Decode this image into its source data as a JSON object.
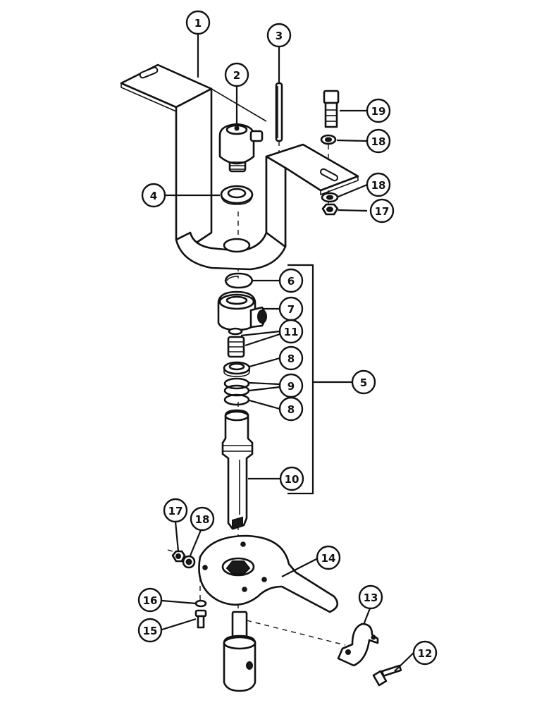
{
  "diagram": {
    "kind": "exploded-parts-view",
    "callouts": [
      {
        "id": "c1",
        "label": "1",
        "part": "mounting-bracket"
      },
      {
        "id": "c2",
        "label": "2",
        "part": "control-valve"
      },
      {
        "id": "c3",
        "label": "3",
        "part": "rod"
      },
      {
        "id": "c4",
        "label": "4",
        "part": "seal-ring"
      },
      {
        "id": "c5",
        "label": "5",
        "part": "swivel-assembly"
      },
      {
        "id": "c6",
        "label": "6",
        "part": "snap-ring"
      },
      {
        "id": "c7",
        "label": "7",
        "part": "swivel-body"
      },
      {
        "id": "c8a",
        "label": "8",
        "part": "ring"
      },
      {
        "id": "c8b",
        "label": "8",
        "part": "ring"
      },
      {
        "id": "c9",
        "label": "9",
        "part": "o-rings"
      },
      {
        "id": "c10",
        "label": "10",
        "part": "swivel-shaft"
      },
      {
        "id": "c11",
        "label": "11",
        "part": "fitting"
      },
      {
        "id": "c12",
        "label": "12",
        "part": "bolt"
      },
      {
        "id": "c13",
        "label": "13",
        "part": "clamp"
      },
      {
        "id": "c14",
        "label": "14",
        "part": "plate-arm"
      },
      {
        "id": "c15",
        "label": "15",
        "part": "screw"
      },
      {
        "id": "c16",
        "label": "16",
        "part": "washer"
      },
      {
        "id": "c17a",
        "label": "17",
        "part": "nut"
      },
      {
        "id": "c17b",
        "label": "17",
        "part": "nut"
      },
      {
        "id": "c18a",
        "label": "18",
        "part": "washer"
      },
      {
        "id": "c18b",
        "label": "18",
        "part": "washer"
      },
      {
        "id": "c18c",
        "label": "18",
        "part": "washer"
      },
      {
        "id": "c19",
        "label": "19",
        "part": "bolt"
      }
    ]
  }
}
